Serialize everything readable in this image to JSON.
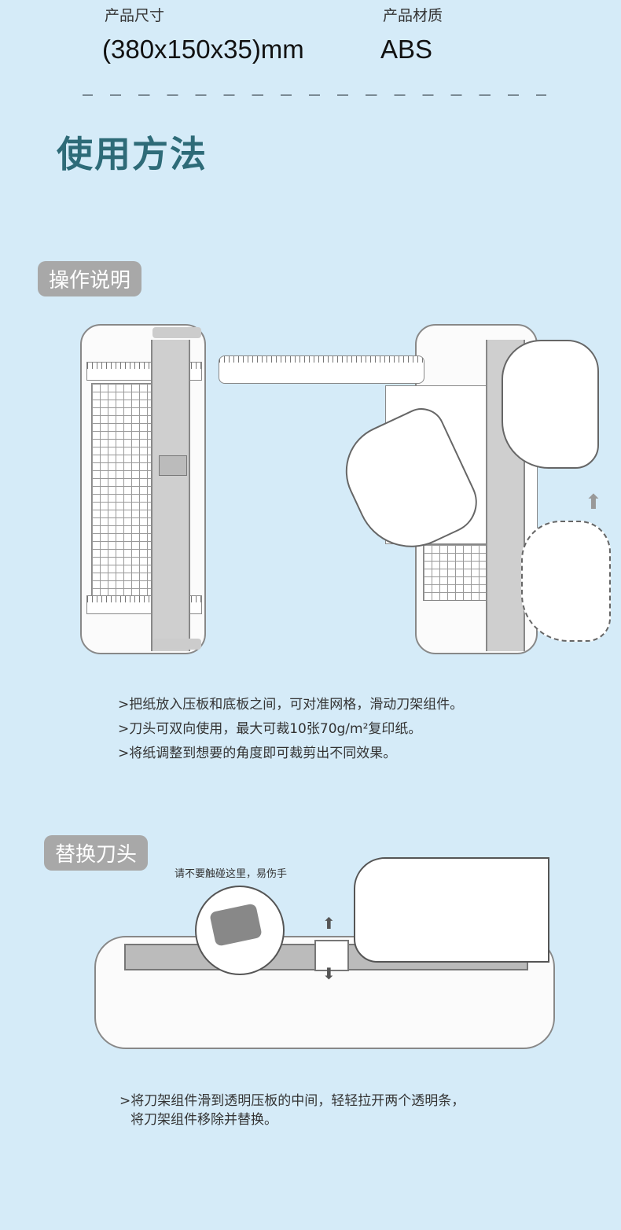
{
  "specs": [
    {
      "label": "产品尺寸",
      "value": "(380x150x35)mm"
    },
    {
      "label": "产品材质",
      "value": "ABS"
    }
  ],
  "section_title": "使用方法",
  "operation": {
    "badge": "操作说明",
    "notes": [
      ">把纸放入压板和底板之间，可对准网格，滑动刀架组件。",
      ">刀头可双向使用，最大可裁10张70g/m²复印纸。",
      ">将纸调整到想要的角度即可裁剪出不同效果。"
    ]
  },
  "replace": {
    "badge": "替换刀头",
    "warning": "请不要触碰这里，易伤手",
    "notes": [
      ">将刀架组件滑到透明压板的中间，轻轻拉开两个透明条，",
      "将刀架组件移除并替换。"
    ]
  }
}
